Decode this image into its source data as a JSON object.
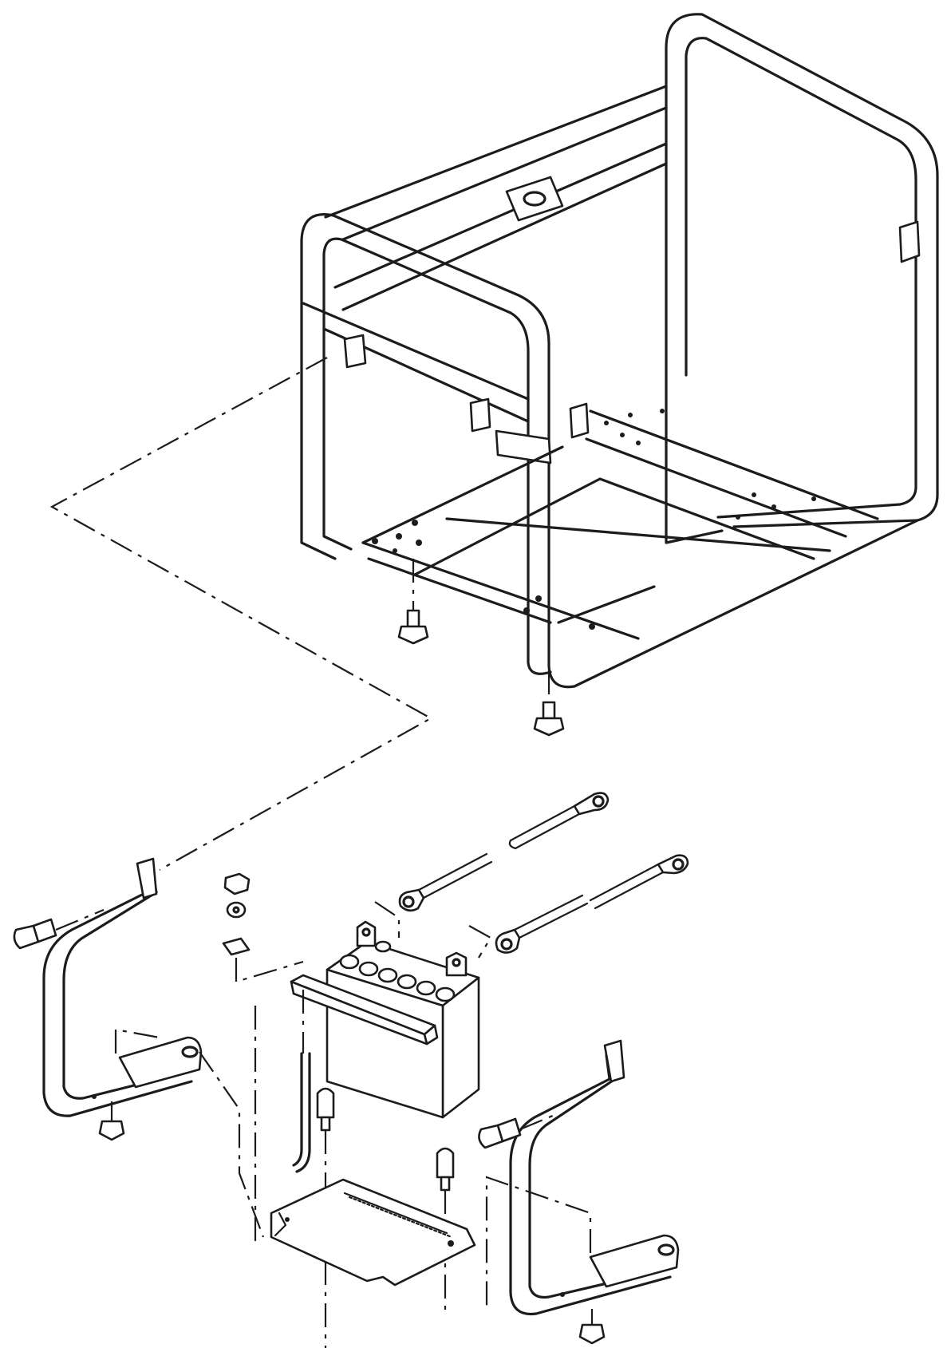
{
  "figure": {
    "ink_color": "#1c1c1c",
    "background": "#ffffff",
    "parts": [
      {
        "id": "frame",
        "icon": "tubular-frame-icon"
      },
      {
        "id": "battery",
        "icon": "battery-icon"
      },
      {
        "id": "battery-tray",
        "icon": "tray-icon"
      },
      {
        "id": "battery-hold-bar",
        "icon": "clamp-bar-icon"
      },
      {
        "id": "battery-cable-positive",
        "icon": "cable-icon"
      },
      {
        "id": "battery-cable-negative",
        "icon": "cable-icon"
      },
      {
        "id": "handle-left",
        "icon": "handle-icon"
      },
      {
        "id": "handle-right",
        "icon": "handle-icon"
      },
      {
        "id": "bolts",
        "icon": "bolt-icon"
      },
      {
        "id": "nuts-washers",
        "icon": "nut-icon"
      }
    ]
  }
}
